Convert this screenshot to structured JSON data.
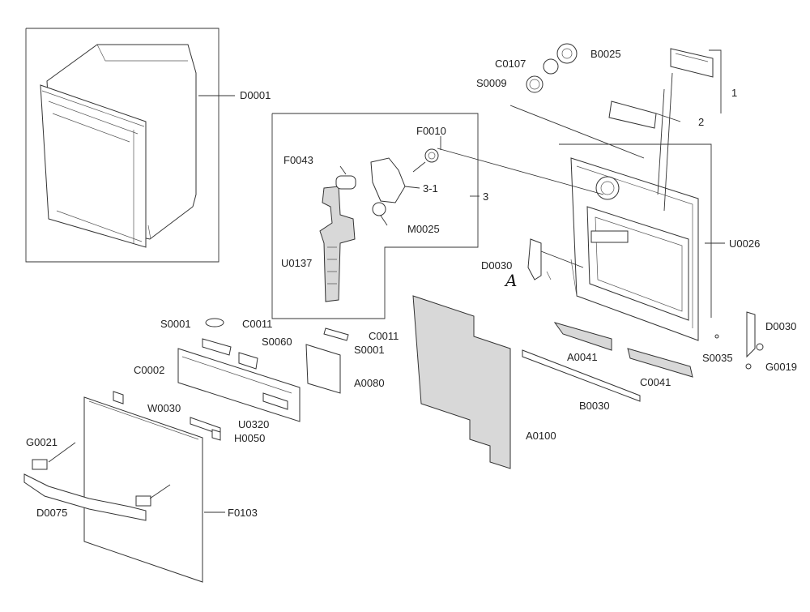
{
  "labels": {
    "d0001": "D0001",
    "c0107": "C0107",
    "b0025": "B0025",
    "s0009": "S0009",
    "n1": "1",
    "n2": "2",
    "f0010": "F0010",
    "f0043": "F0043",
    "n31": "3-1",
    "n3": "3",
    "m0025": "M0025",
    "u0137": "U0137",
    "u0026": "U0026",
    "d0030a": "D0030",
    "hand_a": "A",
    "s0001a": "S0001",
    "c0011a": "C0011",
    "s0060": "S0060",
    "c0011b": "C0011",
    "s0001b": "S0001",
    "a0080": "A0080",
    "c0002": "C0002",
    "w0030": "W0030",
    "u0320": "U0320",
    "h0050": "H0050",
    "g0021": "G0021",
    "d0075": "D0075",
    "f0103": "F0103",
    "a0100": "A0100",
    "a0041": "A0041",
    "c0041": "C0041",
    "b0030": "B0030",
    "d0030b": "D0030",
    "s0035": "S0035",
    "g0019": "G0019"
  }
}
